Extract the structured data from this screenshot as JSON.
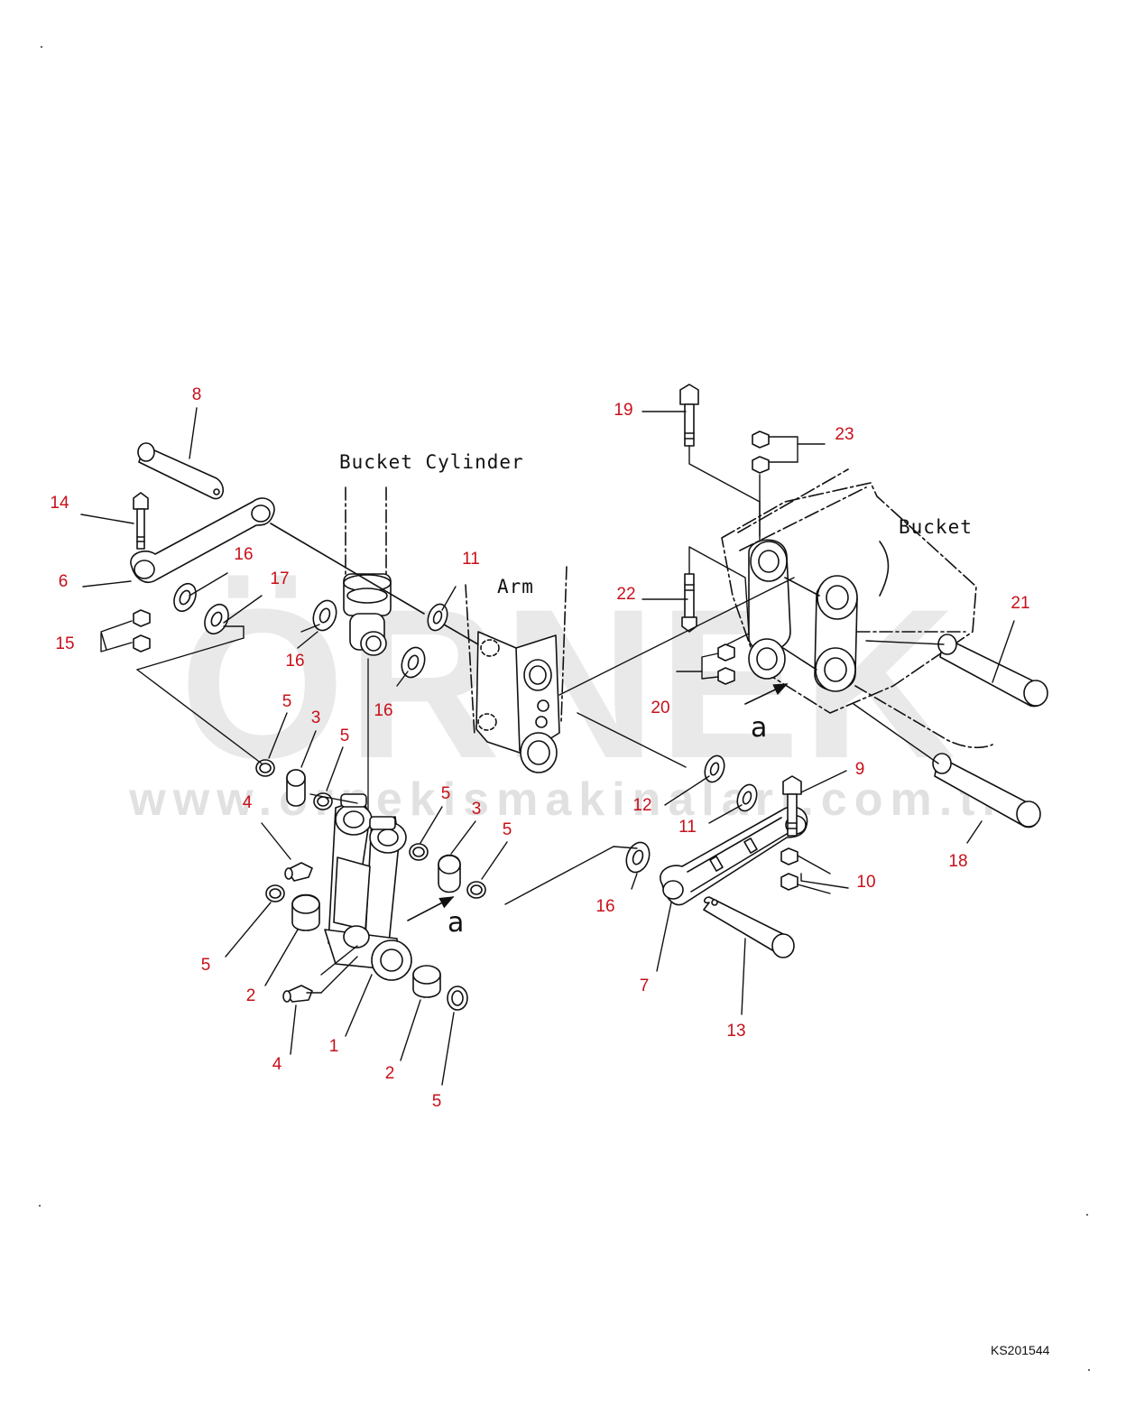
{
  "watermark": {
    "brand": "ÖRNEK",
    "url": "www.ornekismakinalari.com.tr"
  },
  "names": {
    "bucket_cylinder": "Bucket Cylinder",
    "arm": "Arm",
    "bucket": "Bucket"
  },
  "detail_mark": "a",
  "drawing_code": "KS201544",
  "callouts": {
    "c1": "1",
    "c2a": "2",
    "c2b": "2",
    "c3a": "3",
    "c3b": "3",
    "c4a": "4",
    "c4b": "4",
    "c5a": "5",
    "c5b": "5",
    "c5c": "5",
    "c5d": "5",
    "c5e": "5",
    "c6": "6",
    "c7": "7",
    "c8": "8",
    "c9": "9",
    "c10": "10",
    "c11a": "11",
    "c11b": "11",
    "c12": "12",
    "c13": "13",
    "c14": "14",
    "c15": "15",
    "c16a": "16",
    "c16b": "16",
    "c16c": "16",
    "c16d": "16",
    "c17": "17",
    "c18": "18",
    "c19": "19",
    "c20": "20",
    "c21": "21",
    "c22": "22",
    "c23": "23"
  }
}
